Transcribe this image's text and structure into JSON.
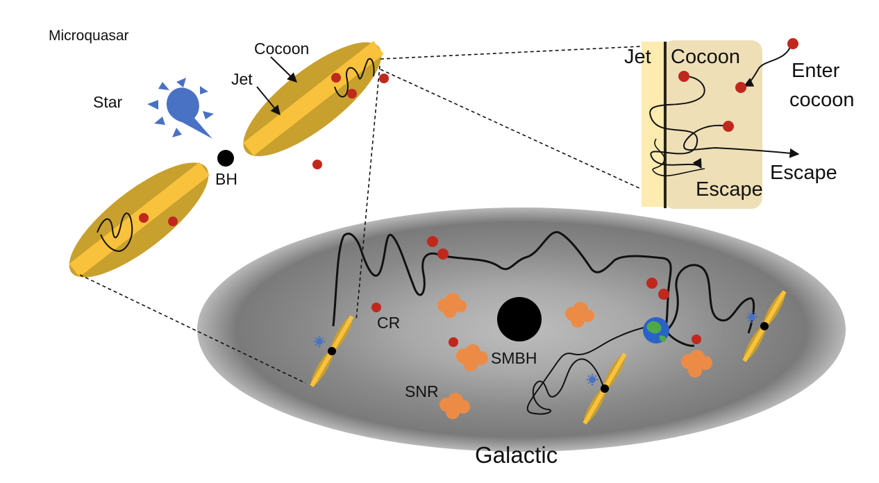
{
  "labels": {
    "microquasar": "Microquasar",
    "cocoon": "Cocoon",
    "jet": "Jet",
    "star": "Star",
    "bh": "BH",
    "inset_jet": "Jet",
    "inset_cocoon": "Cocoon",
    "enter_line1": "Enter",
    "enter_line2": "cocoon",
    "escape_inner": "Escape",
    "escape_outer": "Escape",
    "cr": "CR",
    "smbh": "SMBH",
    "snr": "SNR",
    "galactic": "Galactic"
  },
  "colors": {
    "cocoon_outer": "#C8A02E",
    "jet_inner": "#F9C23C",
    "cosmic_ray": "#C0281E",
    "star": "#4A72C4",
    "snr": "#EC8B45",
    "inset_jet_bg": "#FDEBB0",
    "inset_cocoon_bg": "#EEDFB7",
    "galaxy_core": "#B8B8B8",
    "galaxy_edge": "#6E6E6E"
  },
  "icons": [
    "star-icon",
    "black-hole-icon",
    "earth-icon",
    "snr-cloud-icon",
    "cosmic-ray-icon"
  ]
}
